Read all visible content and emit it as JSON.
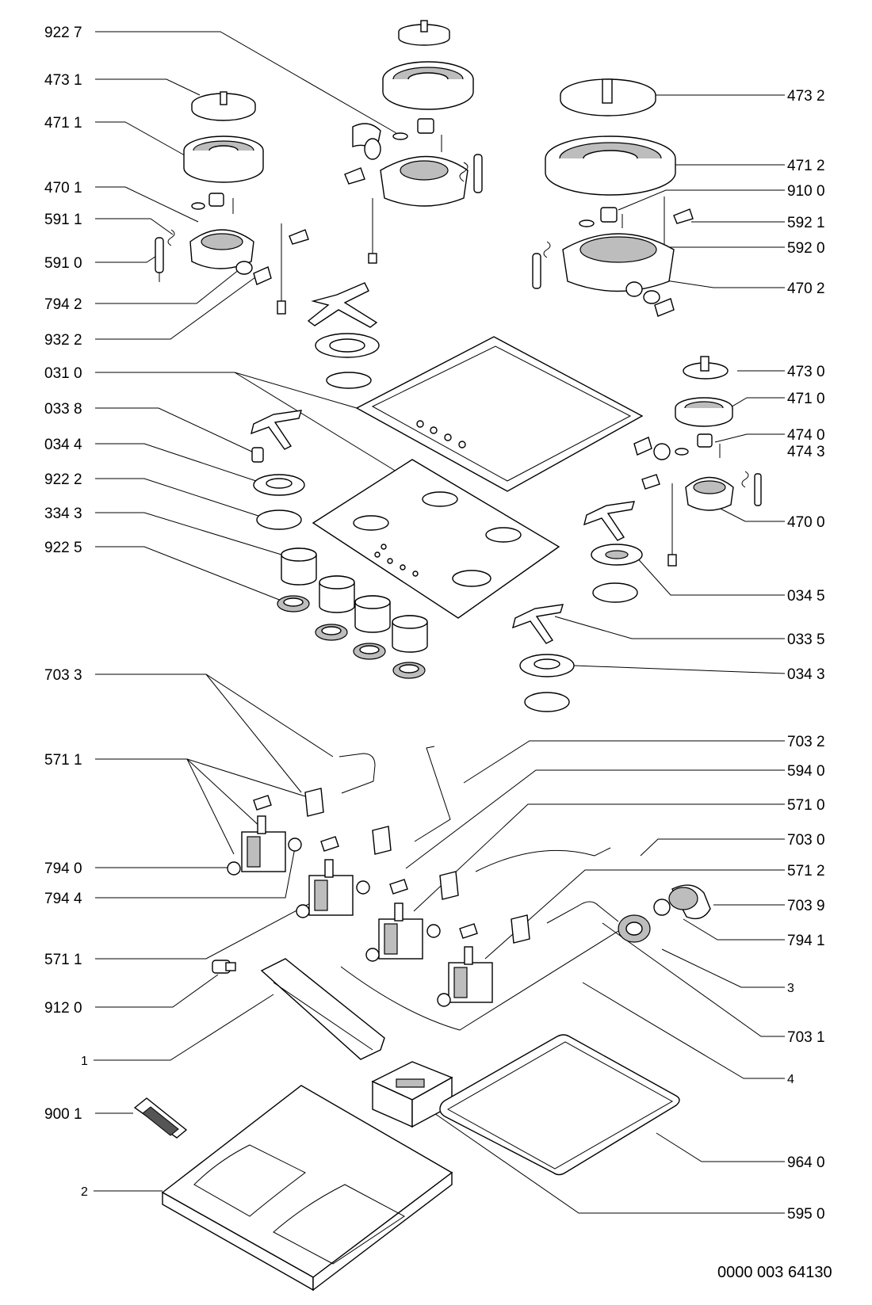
{
  "labels": [
    {
      "id": "l1",
      "text": "922 7"
    },
    {
      "id": "l2",
      "text": "473 1"
    },
    {
      "id": "l3",
      "text": "471 1"
    },
    {
      "id": "l4",
      "text": "470 1"
    },
    {
      "id": "l5",
      "text": "591 1"
    },
    {
      "id": "l6",
      "text": "591 0"
    },
    {
      "id": "l7",
      "text": "794 2"
    },
    {
      "id": "l8",
      "text": "932 2"
    },
    {
      "id": "l9",
      "text": "031 0"
    },
    {
      "id": "l10",
      "text": "033 8"
    },
    {
      "id": "l11",
      "text": "034 4"
    },
    {
      "id": "l12",
      "text": "922 2"
    },
    {
      "id": "l13",
      "text": "334 3"
    },
    {
      "id": "l14",
      "text": "922 5"
    },
    {
      "id": "l15",
      "text": "703 3"
    },
    {
      "id": "l16",
      "text": "571 1"
    },
    {
      "id": "l17",
      "text": "794 0"
    },
    {
      "id": "l18",
      "text": "794 4"
    },
    {
      "id": "l19",
      "text": "571 1"
    },
    {
      "id": "l20",
      "text": "912 0"
    },
    {
      "id": "l21",
      "text": "1"
    },
    {
      "id": "l22",
      "text": "900 1"
    },
    {
      "id": "l23",
      "text": "2"
    },
    {
      "id": "r1",
      "text": "473 2"
    },
    {
      "id": "r2",
      "text": "471 2"
    },
    {
      "id": "r3",
      "text": "910 0"
    },
    {
      "id": "r4",
      "text": "592 1"
    },
    {
      "id": "r5",
      "text": "592 0"
    },
    {
      "id": "r6",
      "text": "470 2"
    },
    {
      "id": "r7",
      "text": "473 0"
    },
    {
      "id": "r8",
      "text": "471 0"
    },
    {
      "id": "r9",
      "text": "474 0"
    },
    {
      "id": "r10",
      "text": "474 3"
    },
    {
      "id": "r11",
      "text": "470 0"
    },
    {
      "id": "r12",
      "text": "034 5"
    },
    {
      "id": "r13",
      "text": "033 5"
    },
    {
      "id": "r14",
      "text": "034 3"
    },
    {
      "id": "r15",
      "text": "703 2"
    },
    {
      "id": "r16",
      "text": "594 0"
    },
    {
      "id": "r17",
      "text": "571 0"
    },
    {
      "id": "r18",
      "text": "703 0"
    },
    {
      "id": "r19",
      "text": "571 2"
    },
    {
      "id": "r20",
      "text": "703 9"
    },
    {
      "id": "r21",
      "text": "794 1"
    },
    {
      "id": "r22",
      "text": "3"
    },
    {
      "id": "r23",
      "text": "703 1"
    },
    {
      "id": "r24",
      "text": "4"
    },
    {
      "id": "r25",
      "text": "964 0"
    },
    {
      "id": "r26",
      "text": "595 0"
    }
  ],
  "document_number": "0000 003 64130"
}
